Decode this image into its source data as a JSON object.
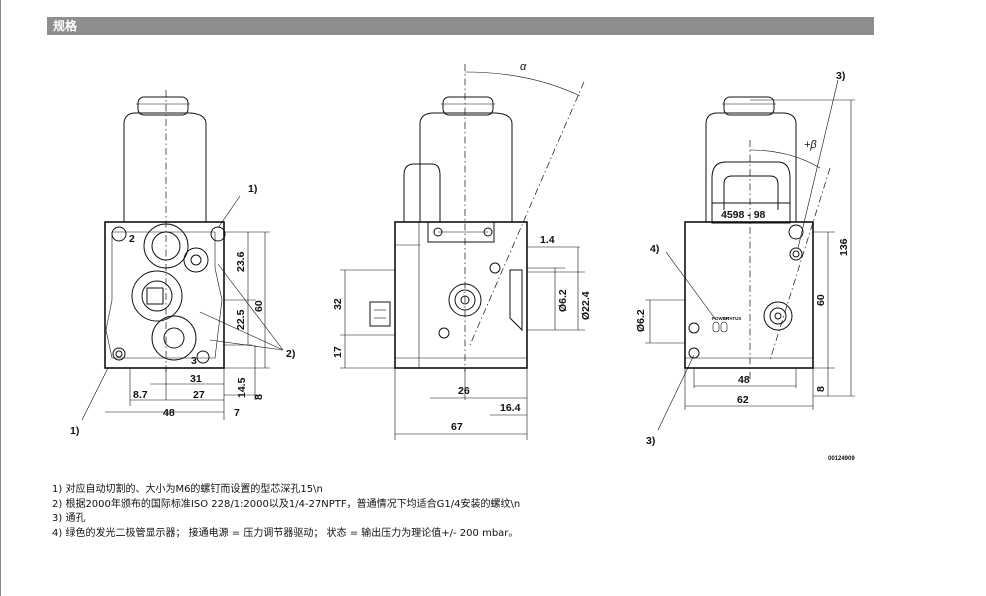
{
  "header": {
    "title": "规格"
  },
  "callouts": {
    "c1_top": "1)",
    "c1_bottom": "1)",
    "c2": "2)",
    "c3_top": "3)",
    "c3_bottom": "3)",
    "c4": "4)",
    "mark_2": "2",
    "mark_3": "3"
  },
  "angles": {
    "alpha": "α",
    "beta": "+β"
  },
  "label_plate": "4598 - 98",
  "led_labels": {
    "power": "POWER",
    "status": "STATUS"
  },
  "dimensions": {
    "front": {
      "d1": "23.6",
      "d2": "22.5",
      "d3": "60",
      "d4": "31",
      "d5": "27",
      "d6": "8.7",
      "d7": "48",
      "d8": "14.5",
      "d9": "8",
      "d10": "7"
    },
    "side": {
      "d1": "1.4",
      "d2": "Ø6.2",
      "d3": "Ø22.4",
      "d4": "32",
      "d5": "17",
      "d6": "26",
      "d7": "16.4",
      "d8": "67"
    },
    "back": {
      "d1": "136",
      "d2": "60",
      "d3": "Ø6.2",
      "d4": "48",
      "d5": "62",
      "d6": "8"
    }
  },
  "drawing_id": "00124909",
  "notes": [
    "1) 对应自动切割的、大小为M6的螺钉而设置的型芯深孔15\\n",
    "2) 根据2000年颁布的国际标准ISO 228/1:2000以及1/4-27NPTF，普通情况下均适合G1/4安装的螺纹\\n",
    "3) 通孔",
    "4) 绿色的发光二极管显示器； 接通电源 = 压力调节器驱动； 状态 = 输出压力为理论值+/- 200 mbar。"
  ]
}
